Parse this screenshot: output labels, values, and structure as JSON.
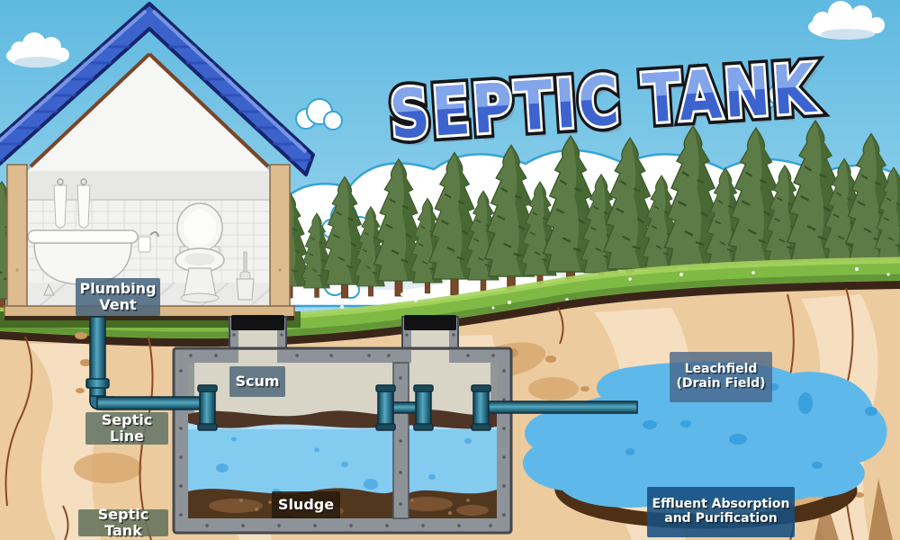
{
  "title": {
    "text": "SEPTIC TANK"
  },
  "labels": {
    "plumbing_vent": [
      "Plumbing",
      "Vent"
    ],
    "scum": [
      "Scum"
    ],
    "septic_line": [
      "Septic Line"
    ],
    "septic_tank": [
      "Septic Tank"
    ],
    "sludge": [
      "Sludge"
    ],
    "leachfield": [
      "Leachfield",
      "(Drain Field)"
    ],
    "effluent": [
      "Effluent Absorption",
      "and Purification"
    ]
  },
  "colors": {
    "sky_top": "#5fb9e0",
    "sky_bottom": "#d6f0fb",
    "title_blue": "#3d63cf",
    "roof_blue": "#3c63cc",
    "house_wall_tan": "#ddbd90",
    "grass_green": "#7fba45",
    "soil_dark": "#3a2619",
    "earth_tan": "#eccb9f",
    "tank_gray": "#8e939a",
    "tank_interior": "#d8d5c7",
    "pipe_teal": "#2e7d96",
    "water_blue": "#84cbf0",
    "scum_brown": "#4f3526",
    "sludge_brown": "#52371f",
    "leachfield_water": "#5fb8ea",
    "tree_green": "#5d7b46",
    "cloud_outline": "#35a3d8"
  }
}
